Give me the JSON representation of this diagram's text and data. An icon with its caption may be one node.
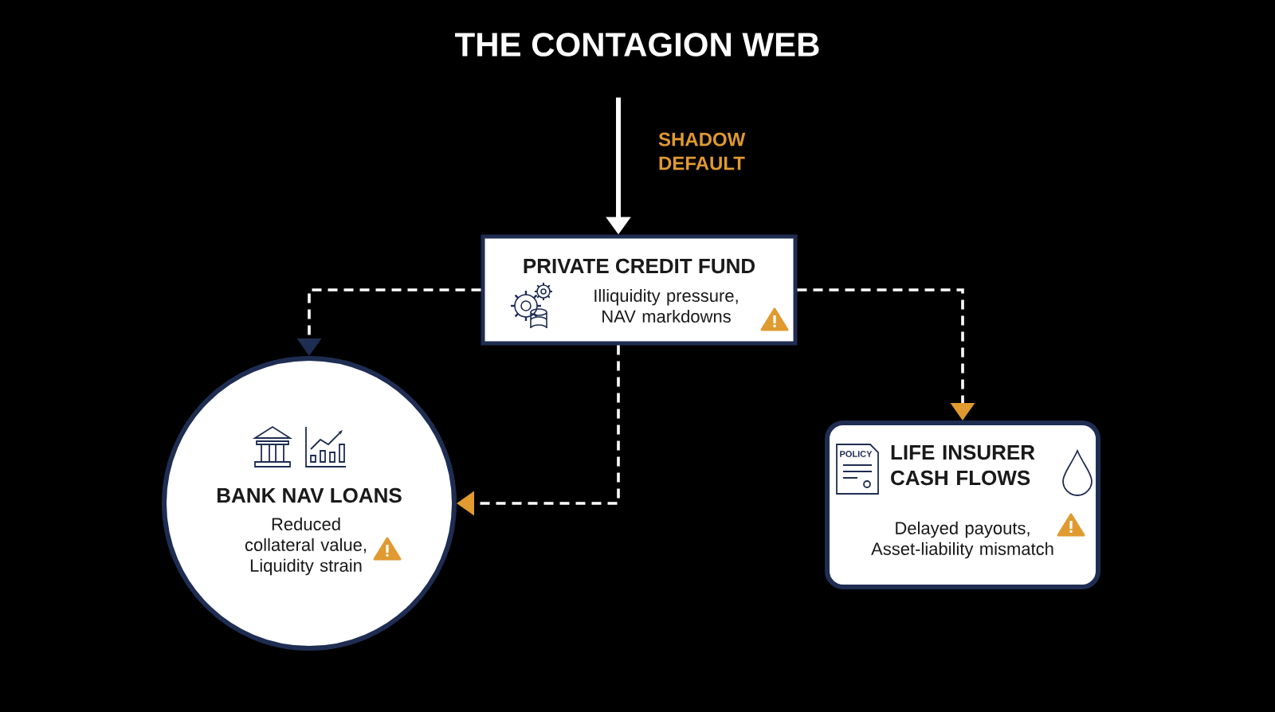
{
  "diagram": {
    "title": "THE CONTAGION WEB",
    "nodes": [
      {
        "text": [
          "PRIVATE CREDIT FUND",
          "Illiquidity pressure, NAV markdowns"
        ]
      },
      {
        "text": [
          "BANK NAV LOANS",
          "Reduced collateral value, Liquidity strain"
        ]
      },
      {
        "text": [
          "LIFE INSURER CASH FLOWS",
          "Delayed payouts, Asset-liability mismatch"
        ]
      }
    ],
    "edges": [
      {
        "from": null,
        "to": 0,
        "arrow": "to",
        "label": "SHADOW DEFAULT"
      },
      {
        "from": 0,
        "to": 1,
        "arrow": "to",
        "style": "dashed"
      },
      {
        "from": 0,
        "to": 1,
        "arrow": "to",
        "style": "dashed"
      },
      {
        "from": 0,
        "to": 2,
        "arrow": "to",
        "style": "dashed"
      }
    ],
    "labels": [
      "POLICY"
    ]
  }
}
